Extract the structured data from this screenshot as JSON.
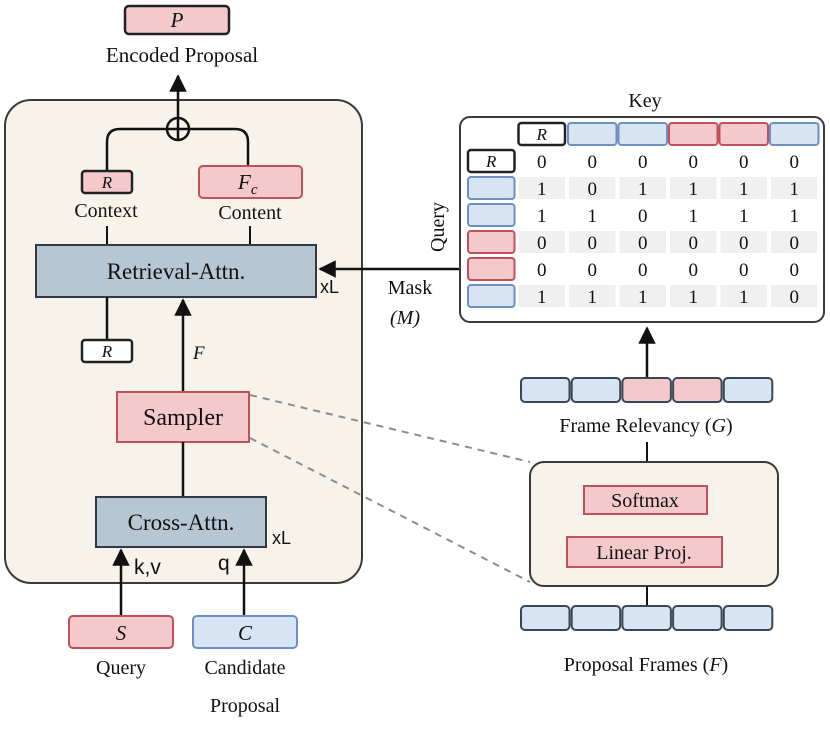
{
  "colors": {
    "panel_fill": "#f7f3ea",
    "panel_stroke": "#3a3a3a",
    "pink_fill": "#f3c9cc",
    "pink_stroke": "#c0505a",
    "blue_fill": "#d7e4f4",
    "blue_stroke": "#6f8fc0",
    "attn_fill": "#b6c6d3",
    "attn_stroke": "#2f3a46",
    "dashed": "#8c8c8c"
  },
  "top": {
    "p_label": "P",
    "encoded_caption": "Encoded Proposal"
  },
  "left_panel": {
    "context_token": "R",
    "context_label": "Context",
    "content_token_base": "F",
    "content_token_sub": "c",
    "content_label": "Content",
    "retrieval_label": "Retrieval-Attn.",
    "retrieval_repeat": "xL",
    "r_token": "R",
    "f_label": "F",
    "sampler_label": "Sampler",
    "cross_label": "Cross-Attn.",
    "cross_repeat": "xL",
    "kv_label": "k,v",
    "q_label": "q"
  },
  "inputs": {
    "s_label": "S",
    "c_label": "C",
    "query_caption": "Query",
    "candidate_caption_1": "Candidate",
    "candidate_caption_2": "Proposal"
  },
  "mask": {
    "mask_label": "Mask",
    "mask_symbol": "(M)",
    "key_label": "Key",
    "query_label": "Query",
    "corner_token": "R",
    "key_tokens": [
      "blue",
      "blue",
      "pink",
      "pink",
      "blue"
    ],
    "row_tokens": [
      "R",
      "blue",
      "blue",
      "pink",
      "pink",
      "blue"
    ],
    "rows": [
      [
        "0",
        "0",
        "0",
        "0",
        "0",
        "0"
      ],
      [
        "1",
        "0",
        "1",
        "1",
        "1",
        "1"
      ],
      [
        "1",
        "1",
        "0",
        "1",
        "1",
        "1"
      ],
      [
        "0",
        "0",
        "0",
        "0",
        "0",
        "0"
      ],
      [
        "0",
        "0",
        "0",
        "0",
        "0",
        "0"
      ],
      [
        "1",
        "1",
        "1",
        "1",
        "1",
        "0"
      ]
    ]
  },
  "relevancy": {
    "frame_colors": [
      "blue",
      "blue",
      "pink",
      "pink",
      "blue"
    ],
    "caption_base": "Frame Relevancy (",
    "caption_sym": "G",
    "caption_end": ")",
    "softmax_label": "Softmax",
    "linear_label": "Linear Proj.",
    "proposal_frames": [
      "blue",
      "blue",
      "blue",
      "blue",
      "blue"
    ],
    "proposal_caption_base": "Proposal Frames (",
    "proposal_caption_sym": "F",
    "proposal_caption_end": ")"
  }
}
